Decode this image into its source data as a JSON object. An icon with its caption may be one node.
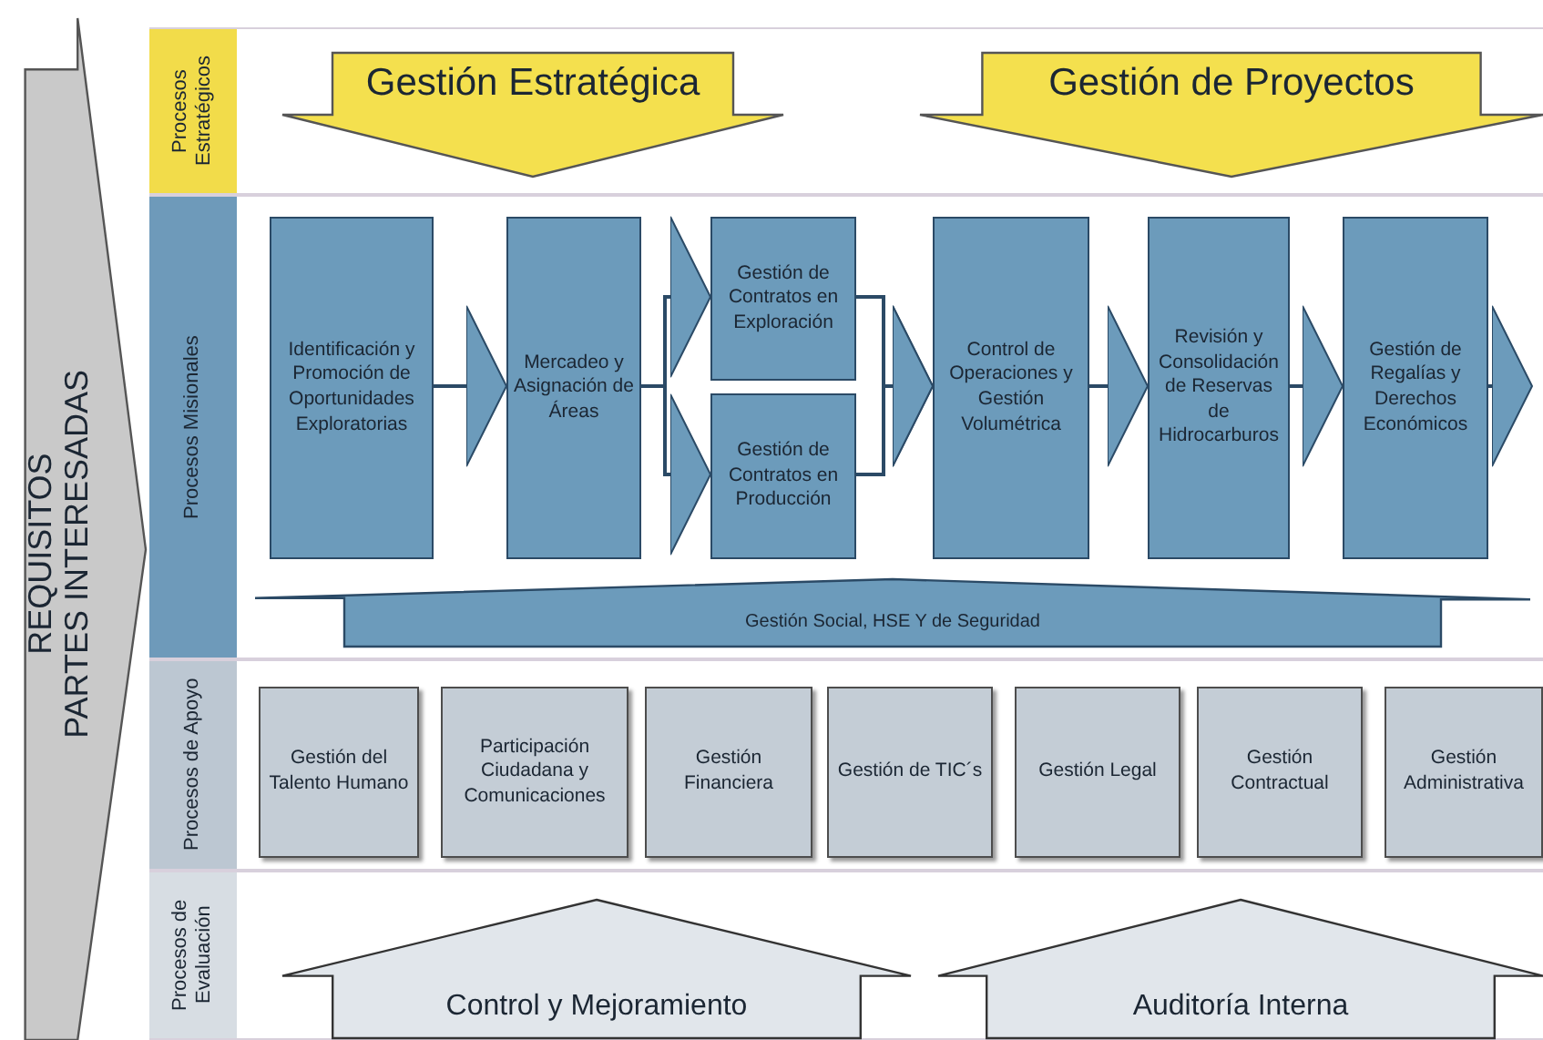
{
  "diagram": {
    "nodes": [
      {
        "text": [
          "REQUISITOS",
          "PARTES INTERESADAS"
        ]
      },
      {
        "text": [
          "Procesos Estratégicos"
        ]
      },
      {
        "text": [
          "Gestión Estratégica"
        ],
        "in": 1
      },
      {
        "text": [
          "Gestión de Proyectos"
        ],
        "in": 1
      },
      {
        "text": [
          "Procesos Misionales"
        ]
      },
      {
        "text": [
          "Identificación y Promoción de Oportunidades Exploratorias"
        ],
        "in": 4
      },
      {
        "text": [
          "Mercadeo y Asignación de Áreas"
        ],
        "in": 4
      },
      {
        "text": [
          "Gestión de Contratos en Exploración"
        ],
        "in": 4
      },
      {
        "text": [
          "Gestión de Contratos en Producción"
        ],
        "in": 4
      },
      {
        "text": [
          "Control de Operaciones y Gestión Volumétrica"
        ],
        "in": 4
      },
      {
        "text": [
          "Revisión y Consolidación de Reservas de Hidrocarburos"
        ],
        "in": 4
      },
      {
        "text": [
          "Gestión de Regalías y Derechos Económicos"
        ],
        "in": 4
      },
      {
        "text": [
          "Gestión Social, HSE Y de Seguridad"
        ],
        "in": 4
      },
      {
        "text": [
          "Procesos de Apoyo"
        ]
      },
      {
        "text": [
          "Gestión del Talento Humano"
        ],
        "in": 13
      },
      {
        "text": [
          "Participación Ciudadana y Comunicaciones"
        ],
        "in": 13
      },
      {
        "text": [
          "Gestión Financiera"
        ],
        "in": 13
      },
      {
        "text": [
          "Gestión de TIC´s"
        ],
        "in": 13
      },
      {
        "text": [
          "Gestión Legal"
        ],
        "in": 13
      },
      {
        "text": [
          "Gestión Contractual"
        ],
        "in": 13
      },
      {
        "text": [
          "Gestión Administrativa"
        ],
        "in": 13
      },
      {
        "text": [
          "Procesos de Evaluación"
        ]
      },
      {
        "text": [
          "Control y Mejoramiento"
        ],
        "in": 21
      },
      {
        "text": [
          "Auditoría Interna"
        ],
        "in": 21
      }
    ],
    "edges": [
      {
        "from": 5,
        "to": 6,
        "arrow": "to"
      },
      {
        "from": 6,
        "to": 7,
        "arrow": "to"
      },
      {
        "from": 6,
        "to": 8,
        "arrow": "to"
      },
      {
        "from": 7,
        "to": 9,
        "arrow": "to"
      },
      {
        "from": 8,
        "to": 9,
        "arrow": "to"
      },
      {
        "from": 9,
        "to": 10,
        "arrow": "to"
      },
      {
        "from": 10,
        "to": 11,
        "arrow": "to"
      },
      {
        "from": 11,
        "to": null,
        "arrow": "to"
      }
    ]
  }
}
